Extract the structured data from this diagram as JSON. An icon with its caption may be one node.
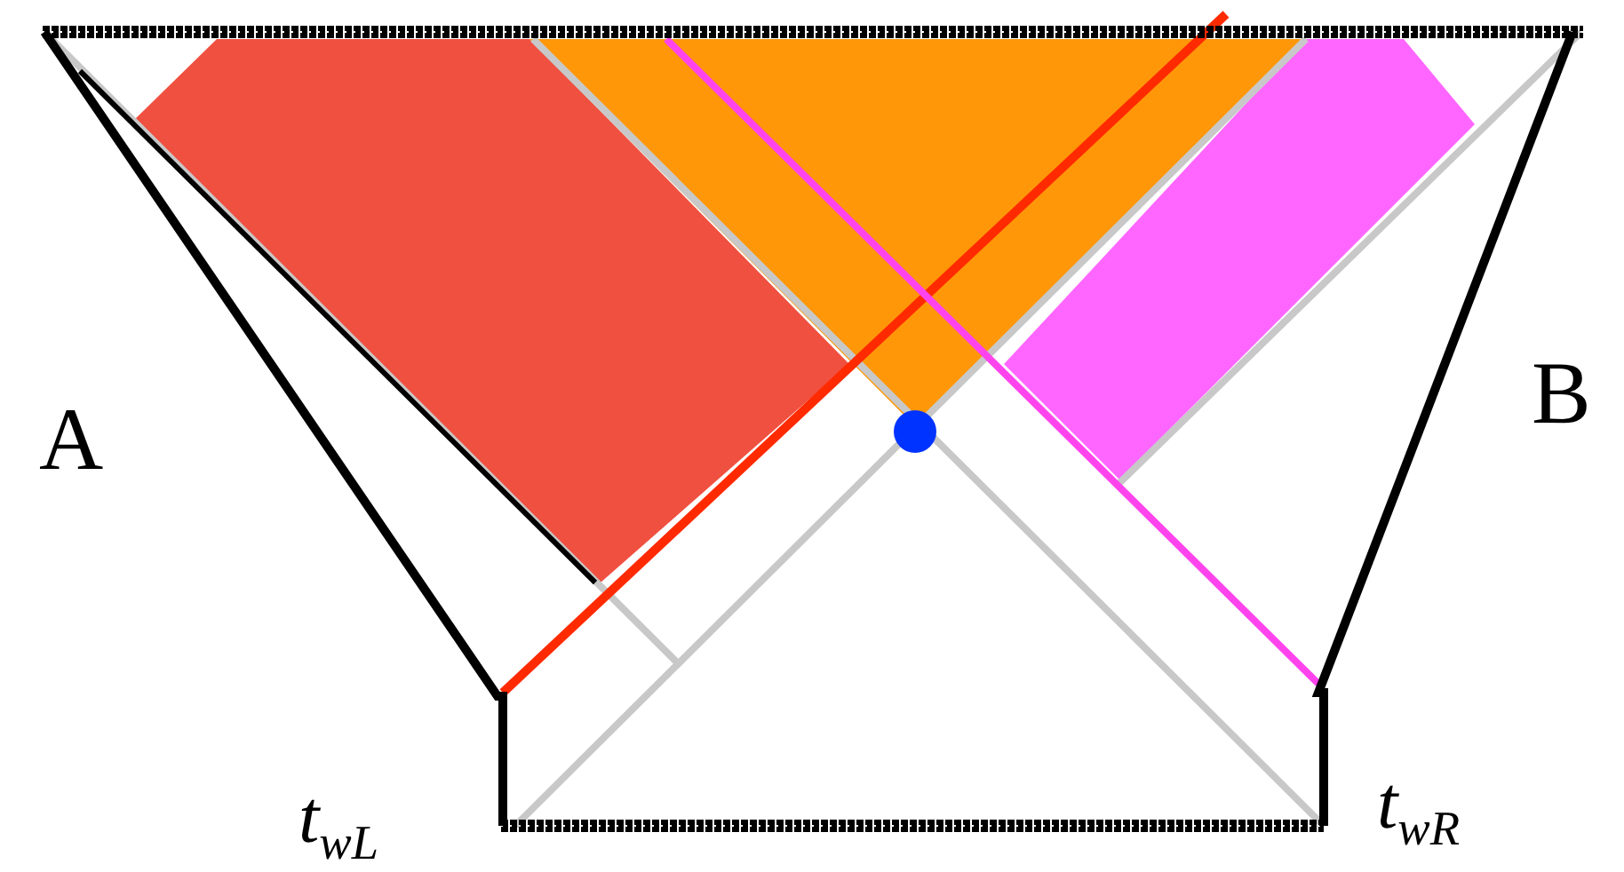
{
  "diagram": {
    "labels": [
      "A",
      "B",
      "t$_{wL}$",
      "t$_{wR}$"
    ]
  }
}
